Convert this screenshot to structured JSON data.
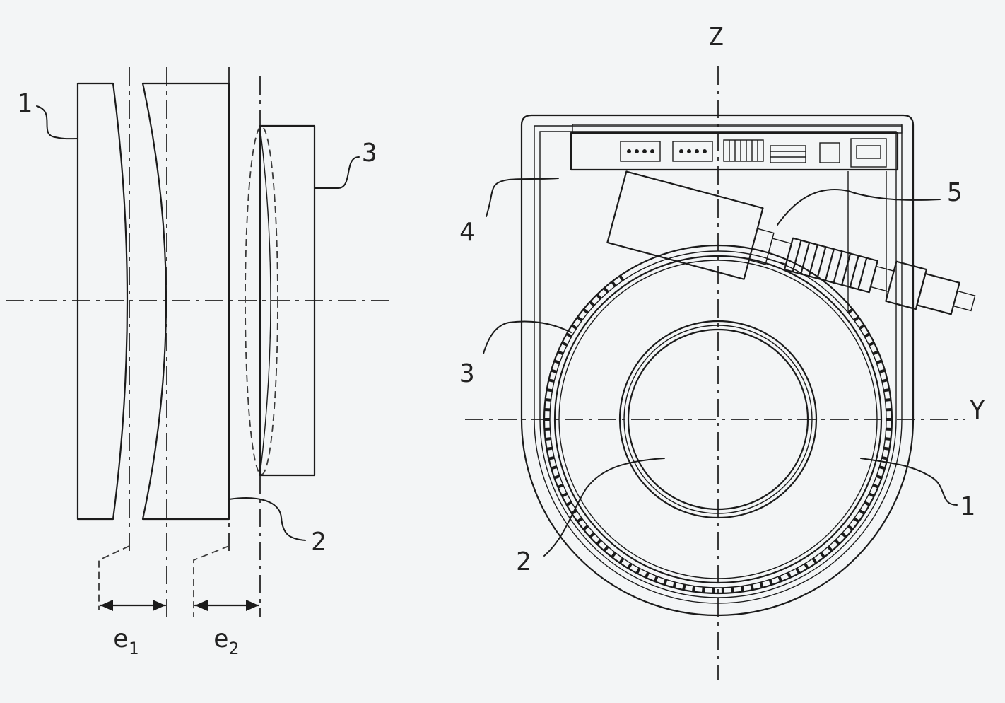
{
  "left_figure": {
    "labels": {
      "l1": "1",
      "l2": "2",
      "l3": "3"
    },
    "dims": {
      "e1": {
        "base": "e",
        "sub": "1"
      },
      "e2": {
        "base": "e",
        "sub": "2"
      }
    }
  },
  "right_figure": {
    "axes": {
      "z": "Z",
      "y": "Y"
    },
    "labels": {
      "l1": "1",
      "l2": "2",
      "l3": "3",
      "l4": "4",
      "l5": "5"
    }
  },
  "colors": {
    "background": "#f3f5f6",
    "ink": "#1b1b1b"
  }
}
